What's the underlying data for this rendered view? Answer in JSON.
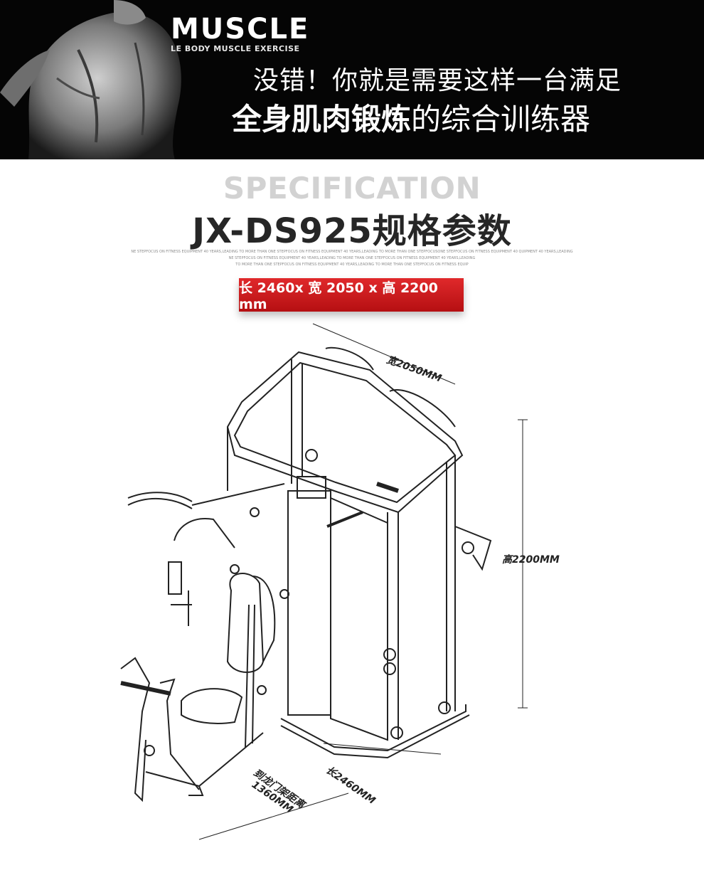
{
  "banner": {
    "title": "MUSCLE",
    "subtitle": "LE BODY MUSCLE EXERCISE",
    "headline_line1": "没错！你就是需要这样一台满足",
    "headline_line2_bold": "全身肌肉锻炼",
    "headline_line2_rest": "的综合训练器"
  },
  "spec": {
    "english_title": "SPECIFICATION",
    "model_title": "JX-DS925规格参数",
    "fine_line1": "NE STEPFOCUS ON  FITNESS EQUIPMENT 40 YEARS,LEADING TO MORE THAN ONE STEPFOCUS ON  FITNESS EQUIPMENT 40 YEARS,LEADING TO MORE THAN ONE STEPFOCUSONE STEPFOCUS ON  FITNESS EQUIPMENT 40 QUIPMENT 40 YEARS,LEADING",
    "fine_line2": "NE STEPFOCUS ON  FITNESS EQUIPMENT 40 YEARS,LEADING TO MORE THAN ONE STEPFOCUS ON  FITNESS EQUIPMENT 40 YEARS,LEADING",
    "fine_line3": "TO MORE THAN ONE STEPFOCUS ON  FITNESS EQUIPMENT 40 YEARS,LEADING TO MORE THAN ONE STEPFOCUS ON  FITNESS EQUIP",
    "size_tag": "长 2460x 宽 2050 x 高 2200 mm"
  },
  "dimensions": {
    "width": "宽2050MM",
    "height": "高2200MM",
    "length": "长2460MM",
    "gantry_distance_label": "到龙门架距离",
    "gantry_distance_value": "1360MM"
  },
  "colors": {
    "banner_bg": "#050505",
    "tag_red": "#d21d20",
    "spec_grey": "#d2d2d2"
  }
}
